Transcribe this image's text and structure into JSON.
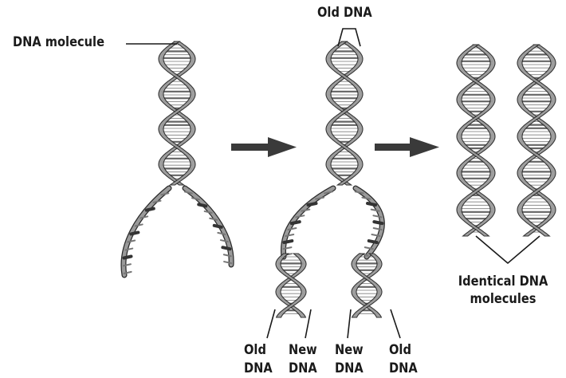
{
  "labels": {
    "dna_molecule": "DNA molecule",
    "old_dna_top": "Old DNA",
    "identical_line1": "Identical DNA",
    "identical_line2": "molecules",
    "strand_labels": [
      {
        "line1": "Old",
        "line2": "DNA"
      },
      {
        "line1": "New",
        "line2": "DNA"
      },
      {
        "line1": "New",
        "line2": "DNA"
      },
      {
        "line1": "Old",
        "line2": "DNA"
      }
    ]
  },
  "colors": {
    "outline": "#2b2b2b",
    "band": "#9a9a9a",
    "base_pair": "#6e6e6e",
    "arrow": "#3a3a3a",
    "background": "#ffffff"
  }
}
